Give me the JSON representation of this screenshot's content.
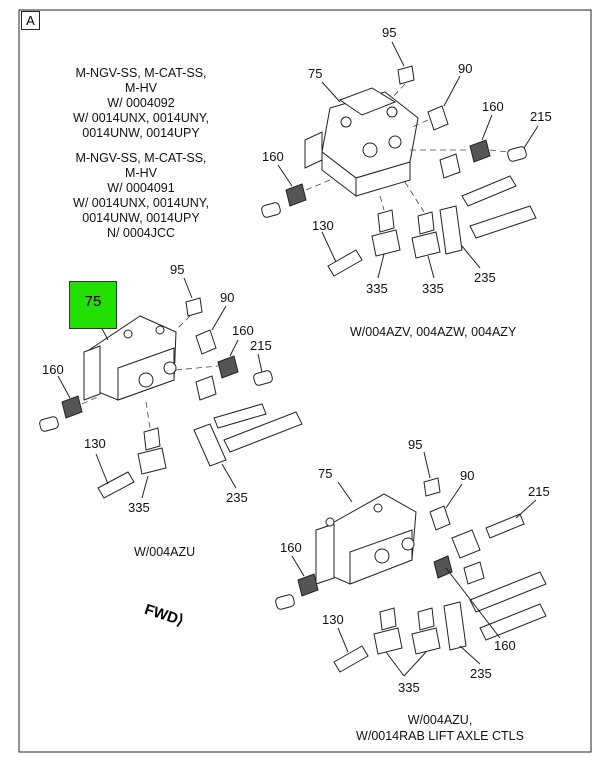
{
  "corner_label": "A",
  "notes": {
    "top_left_1": [
      "M-NGV-SS, M-CAT-SS,",
      "M-HV",
      "W/ 0004092",
      "W/ 0014UNX, 0014UNY,",
      "0014UNW, 0014UPY"
    ],
    "top_left_2": [
      "M-NGV-SS, M-CAT-SS,",
      "M-HV",
      "W/ 0004091",
      "W/ 0014UNX, 0014UNY,",
      "0014UNW, 0014UPY",
      "N/ 0004JCC"
    ]
  },
  "highlight_callout": "75",
  "views": {
    "top_right": {
      "caption": "W/004AZV, 004AZW, 004AZY",
      "callouts": [
        "95",
        "75",
        "90",
        "160",
        "215",
        "160",
        "130",
        "335",
        "335",
        "235"
      ]
    },
    "middle_left": {
      "caption": "W/004AZU",
      "callouts": [
        "95",
        "90",
        "160",
        "215",
        "160",
        "130",
        "335",
        "235"
      ]
    },
    "bottom_right": {
      "caption": "W/004AZU,\nW/0014RAB LIFT AXLE CTLS",
      "callouts": [
        "95",
        "75",
        "90",
        "215",
        "160",
        "130",
        "160",
        "335",
        "235"
      ]
    }
  },
  "fwd_label": "FWD"
}
